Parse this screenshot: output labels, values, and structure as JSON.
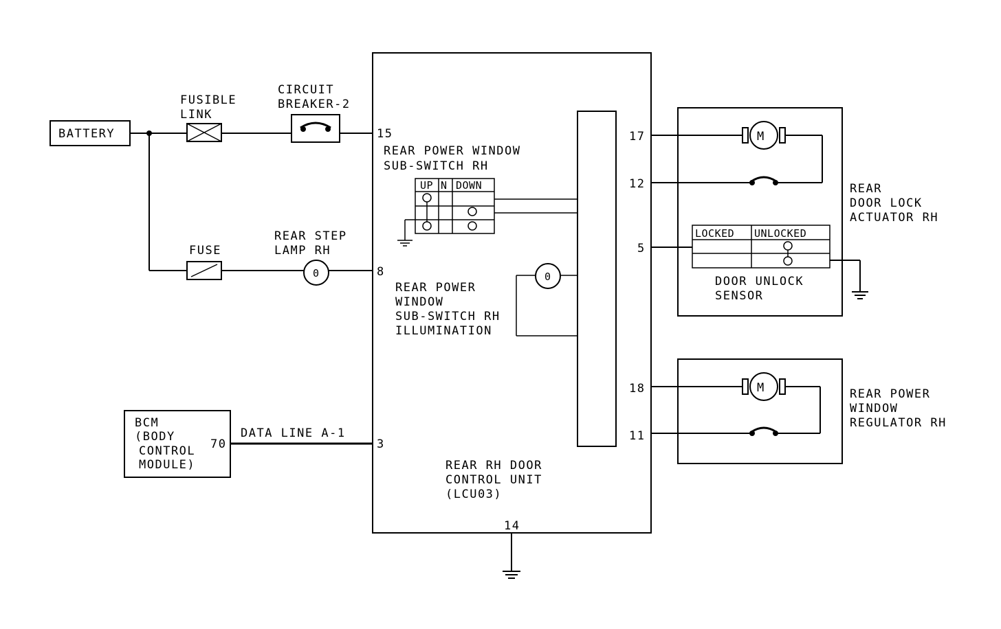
{
  "components": {
    "battery": "BATTERY",
    "fusible_link": [
      "FUSIBLE",
      "LINK"
    ],
    "circuit_breaker": [
      "CIRCUIT",
      "BREAKER-2"
    ],
    "fuse": "FUSE",
    "rear_step_lamp": [
      "REAR STEP",
      "LAMP RH"
    ],
    "sub_switch": [
      "REAR POWER WINDOW",
      "SUB-SWITCH RH"
    ],
    "illumination": [
      "REAR POWER",
      "WINDOW",
      "SUB-SWITCH RH",
      "ILLUMINATION"
    ],
    "bcm": [
      "BCM",
      "(BODY",
      "CONTROL",
      "MODULE)"
    ],
    "data_line": "DATA LINE A-1",
    "control_unit": [
      "REAR RH DOOR",
      "CONTROL UNIT",
      "(LCU03)"
    ],
    "door_lock_actuator": [
      "REAR",
      "DOOR LOCK",
      "ACTUATOR RH"
    ],
    "door_unlock_sensor": [
      "DOOR UNLOCK",
      "SENSOR"
    ],
    "window_regulator": [
      "REAR POWER",
      "WINDOW",
      "REGULATOR RH"
    ]
  },
  "switch_table": {
    "headers": [
      "UP",
      "N",
      "DOWN"
    ]
  },
  "sensor_table": {
    "headers": [
      "LOCKED",
      "UNLOCKED"
    ]
  },
  "motor_label": "M",
  "lamp_label": "0",
  "terminals": {
    "t15": "15",
    "t8": "8",
    "t3": "3",
    "t14": "14",
    "t17": "17",
    "t12": "12",
    "t5": "5",
    "t18": "18",
    "t11": "11",
    "bcm70": "70"
  }
}
